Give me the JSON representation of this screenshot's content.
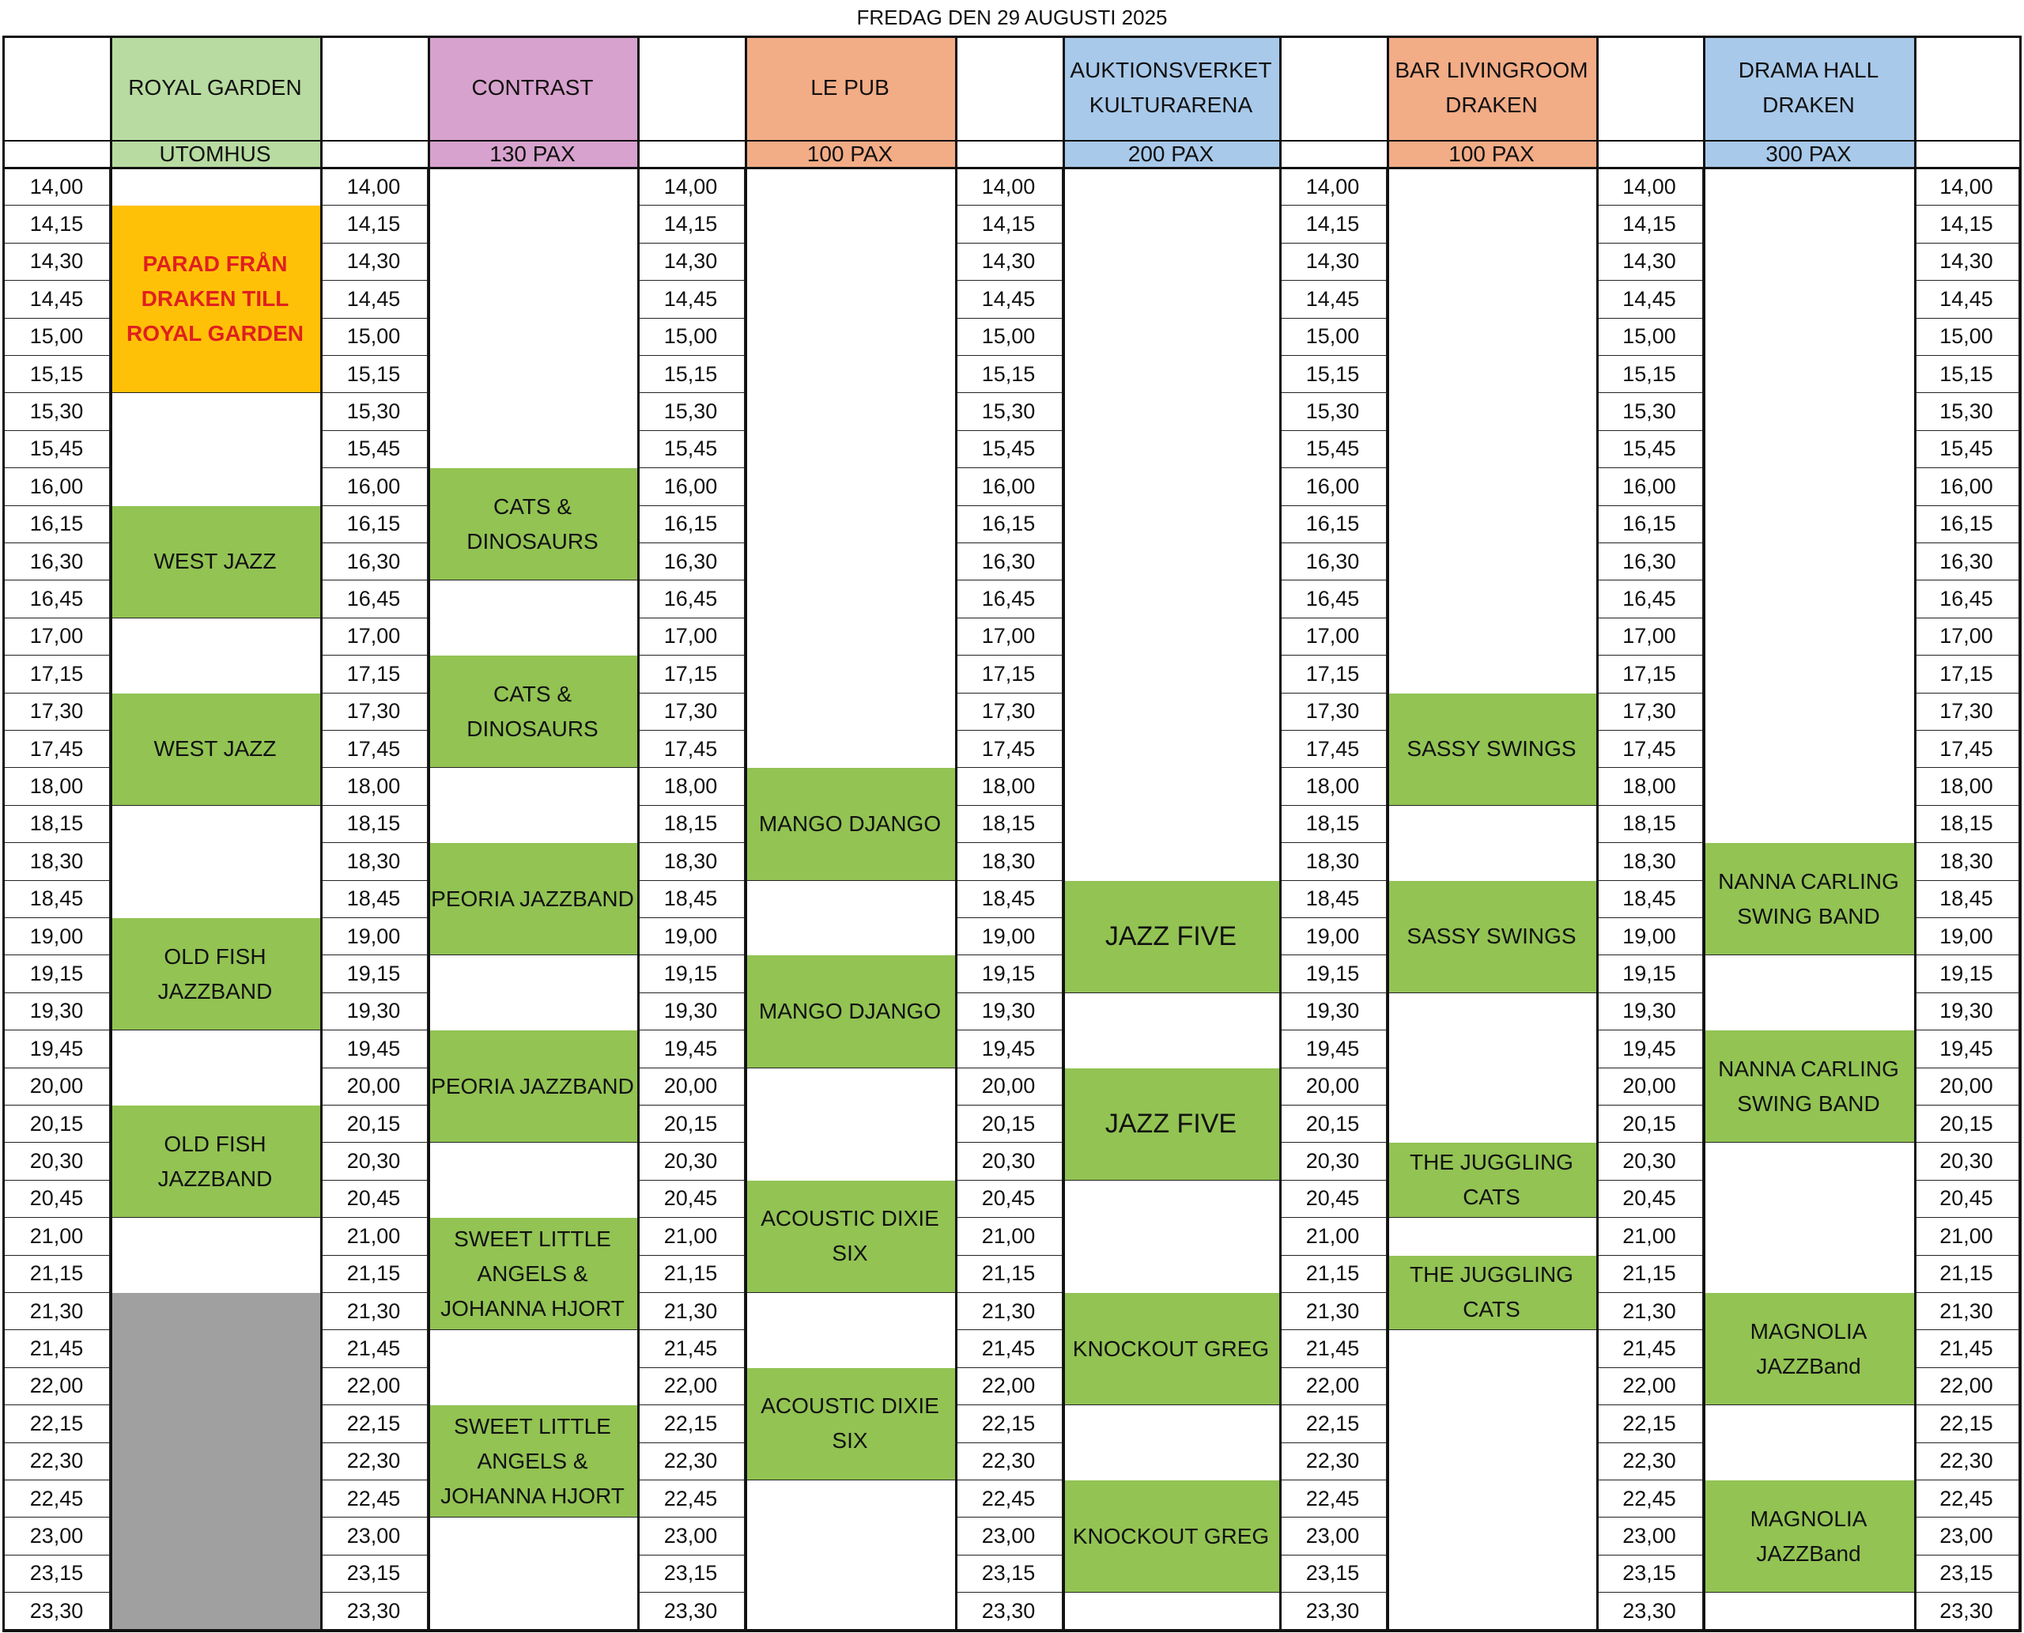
{
  "title": "FREDAG DEN 29 AUGUSTI 2025",
  "colors": {
    "green_header": "#b7dba1",
    "pink_header": "#d7a2cd",
    "orange_header": "#f2ac86",
    "blue_header": "#a8c9ea",
    "event_green": "#92c353",
    "parade_yellow": "#ffc107",
    "parade_red": "#e02020",
    "closed_gray": "#a0a0a0"
  },
  "times": [
    "14,00",
    "14,15",
    "14,30",
    "14,45",
    "15,00",
    "15,15",
    "15,30",
    "15,45",
    "16,00",
    "16,15",
    "16,30",
    "16,45",
    "17,00",
    "17,15",
    "17,30",
    "17,45",
    "18,00",
    "18,15",
    "18,30",
    "18,45",
    "19,00",
    "19,15",
    "19,30",
    "19,45",
    "20,00",
    "20,15",
    "20,30",
    "20,45",
    "21,00",
    "21,15",
    "21,30",
    "21,45",
    "22,00",
    "22,15",
    "22,30",
    "22,45",
    "23,00",
    "23,15",
    "23,30"
  ],
  "venues": [
    {
      "name": "ROYAL GARDEN",
      "capacity": "UTOMHUS",
      "header_color": "#b7dba1",
      "events": [
        {
          "label": "PARAD FRÅN\nDRAKEN TILL\nROYAL GARDEN",
          "start": "14,15",
          "end": "15,30",
          "style": "parade"
        },
        {
          "label": "WEST JAZZ",
          "start": "16,15",
          "end": "17,00"
        },
        {
          "label": "WEST JAZZ",
          "start": "17,30",
          "end": "18,15"
        },
        {
          "label": "OLD FISH\nJAZZBAND",
          "start": "19,00",
          "end": "19,45"
        },
        {
          "label": "OLD FISH\nJAZZBAND",
          "start": "20,15",
          "end": "21,00"
        },
        {
          "label": "",
          "start": "21,30",
          "end": "23,45",
          "style": "closed"
        }
      ]
    },
    {
      "name": "CONTRAST",
      "capacity": "130 PAX",
      "header_color": "#d7a2cd",
      "events": [
        {
          "label": "CATS &\nDINOSAURS",
          "start": "16,00",
          "end": "16,45"
        },
        {
          "label": "CATS &\nDINOSAURS",
          "start": "17,15",
          "end": "18,00"
        },
        {
          "label": "PEORIA JAZZBAND",
          "start": "18,30",
          "end": "19,15"
        },
        {
          "label": "PEORIA JAZZBAND",
          "start": "19,45",
          "end": "20,30"
        },
        {
          "label": "SWEET LITTLE\nANGELS &\nJOHANNA HJORT",
          "start": "21,00",
          "end": "21,45"
        },
        {
          "label": "SWEET LITTLE\nANGELS &\nJOHANNA HJORT",
          "start": "22,15",
          "end": "23,00"
        }
      ]
    },
    {
      "name": "LE PUB",
      "capacity": "100 PAX",
      "header_color": "#f2ac86",
      "events": [
        {
          "label": "MANGO DJANGO",
          "start": "18,00",
          "end": "18,45"
        },
        {
          "label": "MANGO DJANGO",
          "start": "19,15",
          "end": "20,00"
        },
        {
          "label": "ACOUSTIC DIXIE\nSIX",
          "start": "20,45",
          "end": "21,30"
        },
        {
          "label": "ACOUSTIC DIXIE\nSIX",
          "start": "22,00",
          "end": "22,45"
        }
      ]
    },
    {
      "name": "AUKTIONSVERKET\nKULTURARENA",
      "capacity": "200 PAX",
      "header_color": "#a8c9ea",
      "events": [
        {
          "label": "JAZZ FIVE",
          "start": "18,45",
          "end": "19,30",
          "style": "big"
        },
        {
          "label": "JAZZ FIVE",
          "start": "20,00",
          "end": "20,45",
          "style": "big"
        },
        {
          "label": "KNOCKOUT GREG",
          "start": "21,30",
          "end": "22,15"
        },
        {
          "label": "KNOCKOUT GREG",
          "start": "22,45",
          "end": "23,30"
        }
      ]
    },
    {
      "name": "BAR LIVINGROOM\nDRAKEN",
      "capacity": "100 PAX",
      "header_color": "#f2ac86",
      "events": [
        {
          "label": "SASSY SWINGS",
          "start": "17,30",
          "end": "18,15"
        },
        {
          "label": "SASSY SWINGS",
          "start": "18,45",
          "end": "19,30"
        },
        {
          "label": "THE JUGGLING\nCATS",
          "start": "20,30",
          "end": "21,00"
        },
        {
          "label": "THE JUGGLING\nCATS",
          "start": "21,15",
          "end": "21,45"
        }
      ]
    },
    {
      "name": "DRAMA HALL\nDRAKEN",
      "capacity": "300 PAX",
      "header_color": "#a8c9ea",
      "events": [
        {
          "label": "NANNA CARLING\nSWING BAND",
          "start": "18,30",
          "end": "19,15"
        },
        {
          "label": "NANNA CARLING\nSWING BAND",
          "start": "19,45",
          "end": "20,30"
        },
        {
          "label": "MAGNOLIA\nJAZZBand",
          "start": "21,30",
          "end": "22,15"
        },
        {
          "label": "MAGNOLIA\nJAZZBand",
          "start": "22,45",
          "end": "23,30"
        }
      ]
    }
  ]
}
